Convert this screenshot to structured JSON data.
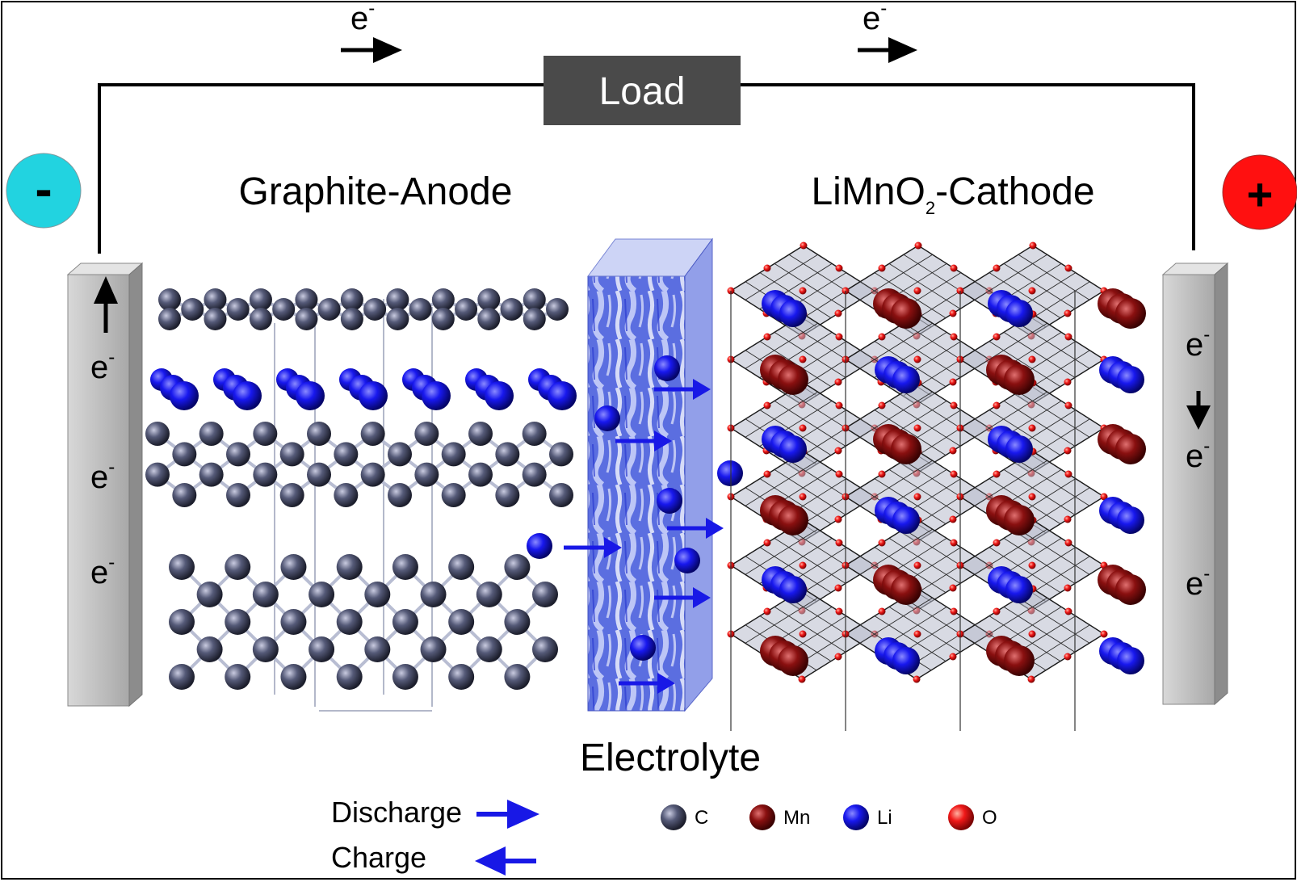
{
  "circuit": {
    "load_label": "Load",
    "electron_symbol": "e",
    "electron_charge": "-"
  },
  "terminals": {
    "negative": {
      "symbol": "-",
      "color": "#22d3e0"
    },
    "positive": {
      "symbol": "+",
      "color": "#ff1010"
    }
  },
  "labels": {
    "anode": "Graphite-Anode",
    "cathode_prefix": "LiMnO",
    "cathode_subscript": "2",
    "cathode_suffix": "-Cathode",
    "electrolyte": "Electrolyte"
  },
  "legend": {
    "discharge": "Discharge",
    "charge": "Charge",
    "arrow_color": "#1818e6",
    "atoms": [
      {
        "symbol": "C",
        "color": "#4a4e68"
      },
      {
        "symbol": "Mn",
        "color": "#7a0a0a"
      },
      {
        "symbol": "Li",
        "color": "#1414f0"
      },
      {
        "symbol": "O",
        "color": "#e81010"
      }
    ]
  },
  "colors": {
    "electrode": "#b4b4b4",
    "load_box": "#4a4a4a",
    "wire": "#000000"
  }
}
